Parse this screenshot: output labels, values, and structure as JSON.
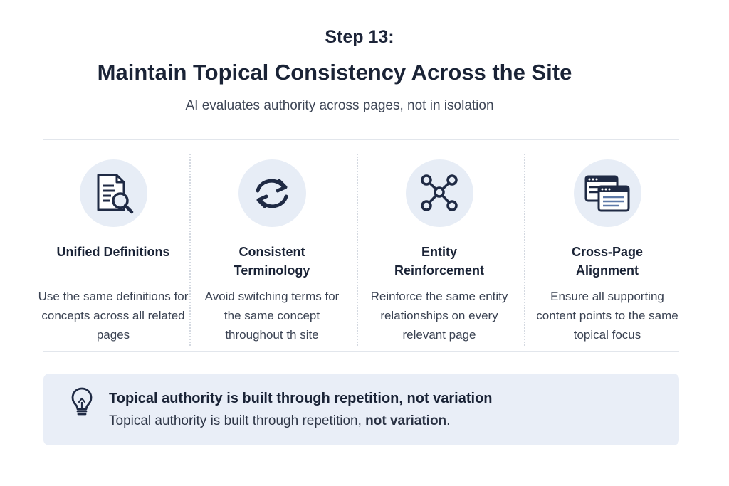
{
  "header": {
    "step": "Step 13:",
    "title": "Maintain Topical Consistency Across the Site",
    "subtitle": "AI evaluates authority across pages, not in isolation"
  },
  "columns": [
    {
      "icon": "document-search-icon",
      "title": "Unified Definitions",
      "description": "Use the same definitions for concepts across all related pages"
    },
    {
      "icon": "sync-arrows-icon",
      "title": "Consistent Terminology",
      "description": "Avoid switching terms for the same concept throughout th site"
    },
    {
      "icon": "network-nodes-icon",
      "title": "Entity Reinforcement",
      "description": "Reinforce the same entity relationships on every relevant page"
    },
    {
      "icon": "browser-windows-icon",
      "title": "Cross-Page Alignment",
      "description": "Ensure all supporting content points to the same topical focus"
    }
  ],
  "callout": {
    "icon": "lightbulb-icon",
    "title": "Topical authority is built through repetition, not variation",
    "text_lead": "Topical authority is built through repetition, ",
    "text_emphasis": "not variation",
    "text_end": "."
  },
  "colors": {
    "text_dark": "#1a2336",
    "icon_stroke": "#1f2a44",
    "icon_bg": "#e7edf6",
    "callout_bg": "#e9eef7"
  }
}
